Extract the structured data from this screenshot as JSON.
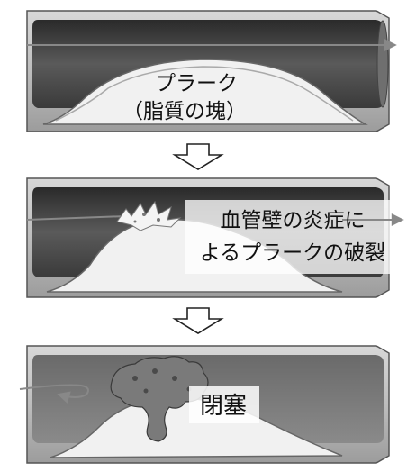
{
  "stages": [
    {
      "labels": [
        "プラーク",
        "（脂質の塊）"
      ]
    },
    {
      "labels": [
        "血管壁の炎症に",
        "よるプラークの破裂"
      ]
    },
    {
      "labels": [
        "閉塞"
      ]
    }
  ],
  "arrow_icon": "down-outline-arrow-icon"
}
